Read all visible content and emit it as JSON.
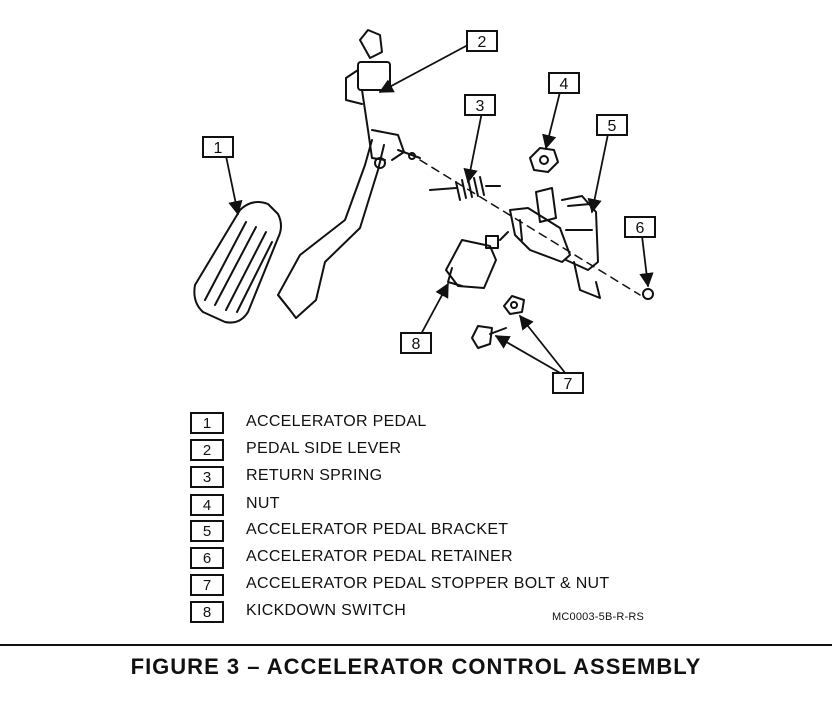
{
  "callouts": [
    {
      "num": "1"
    },
    {
      "num": "2"
    },
    {
      "num": "3"
    },
    {
      "num": "4"
    },
    {
      "num": "5"
    },
    {
      "num": "6"
    },
    {
      "num": "7"
    },
    {
      "num": "8"
    }
  ],
  "legend": [
    {
      "num": "1",
      "text": "ACCELERATOR PEDAL"
    },
    {
      "num": "2",
      "text": "PEDAL SIDE LEVER"
    },
    {
      "num": "3",
      "text": "RETURN SPRING"
    },
    {
      "num": "4",
      "text": "NUT"
    },
    {
      "num": "5",
      "text": "ACCELERATOR PEDAL BRACKET"
    },
    {
      "num": "6",
      "text": "ACCELERATOR PEDAL RETAINER"
    },
    {
      "num": "7",
      "text": "ACCELERATOR PEDAL STOPPER BOLT & NUT"
    },
    {
      "num": "8",
      "text": "KICKDOWN SWITCH"
    }
  ],
  "figure_code": "MC0003-5B-R-RS",
  "figure_title": "FIGURE 3 – ACCELERATOR CONTROL ASSEMBLY"
}
